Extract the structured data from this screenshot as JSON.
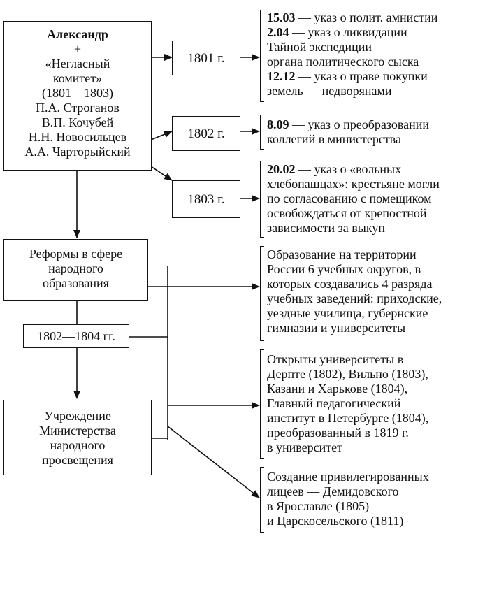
{
  "main_box": {
    "title": "Александр",
    "plus": "+",
    "committee_line1": "«Негласный",
    "committee_line2": "комитет»",
    "years": "(1801—1803)",
    "members": [
      "П.А. Строганов",
      "В.П. Кочубей",
      "Н.Н. Новосильцев",
      "А.А. Чарторыйский"
    ]
  },
  "years": {
    "y1801": "1801 г.",
    "y1802": "1802 г.",
    "y1803": "1803 г.",
    "y1802_1804": "1802—1804 гг."
  },
  "decrees_1801": [
    {
      "date": "15.03",
      "text": " — указ о полит. амнистии"
    },
    {
      "date": "2.04",
      "text": " — указ о ликвидации"
    },
    {
      "date": "",
      "text": "Тайной экспедиции —"
    },
    {
      "date": "",
      "text": "органа политического сыска"
    },
    {
      "date": "12.12",
      "text": " — указ о праве покупки"
    },
    {
      "date": "",
      "text": "земель — недворянами"
    }
  ],
  "decrees_1802": [
    {
      "date": "8.09",
      "text": " — указ о преобразовании"
    },
    {
      "date": "",
      "text": "коллегий в министерства"
    }
  ],
  "decrees_1803": [
    {
      "date": "20.02",
      "text": " — указ о «вольных"
    },
    {
      "date": "",
      "text": "хлебопашцах»: крестьяне могли"
    },
    {
      "date": "",
      "text": "по согласованию с помещиком"
    },
    {
      "date": "",
      "text": "освобождаться от крепостной"
    },
    {
      "date": "",
      "text": "зависимости за выкуп"
    }
  ],
  "reforms_box": [
    "Реформы в сфере",
    "народного",
    "образования"
  ],
  "ministry_box": [
    "Учреждение",
    "Министерства",
    "народного",
    "просвещения"
  ],
  "edu_notes": {
    "districts": [
      "Образование на территории",
      "России 6 учебных округов, в",
      "которых создавались 4 разряда",
      "учебных заведений: приходские,",
      "уездные училища, губернские",
      "гимназии и университеты"
    ],
    "universities": [
      "Открыты университеты в",
      "Дерпте (1802), Вильно (1803),",
      "Казани и Харькове (1804),",
      "Главный педагогический",
      "институт в Петербурге (1804),",
      "преобразованный в 1819 г.",
      "в университет"
    ],
    "lyceums": [
      "Создание привилегированных",
      "лицеев — Демидовского",
      "в Ярославле (1805)",
      "и Царскосельского (1811)"
    ]
  }
}
